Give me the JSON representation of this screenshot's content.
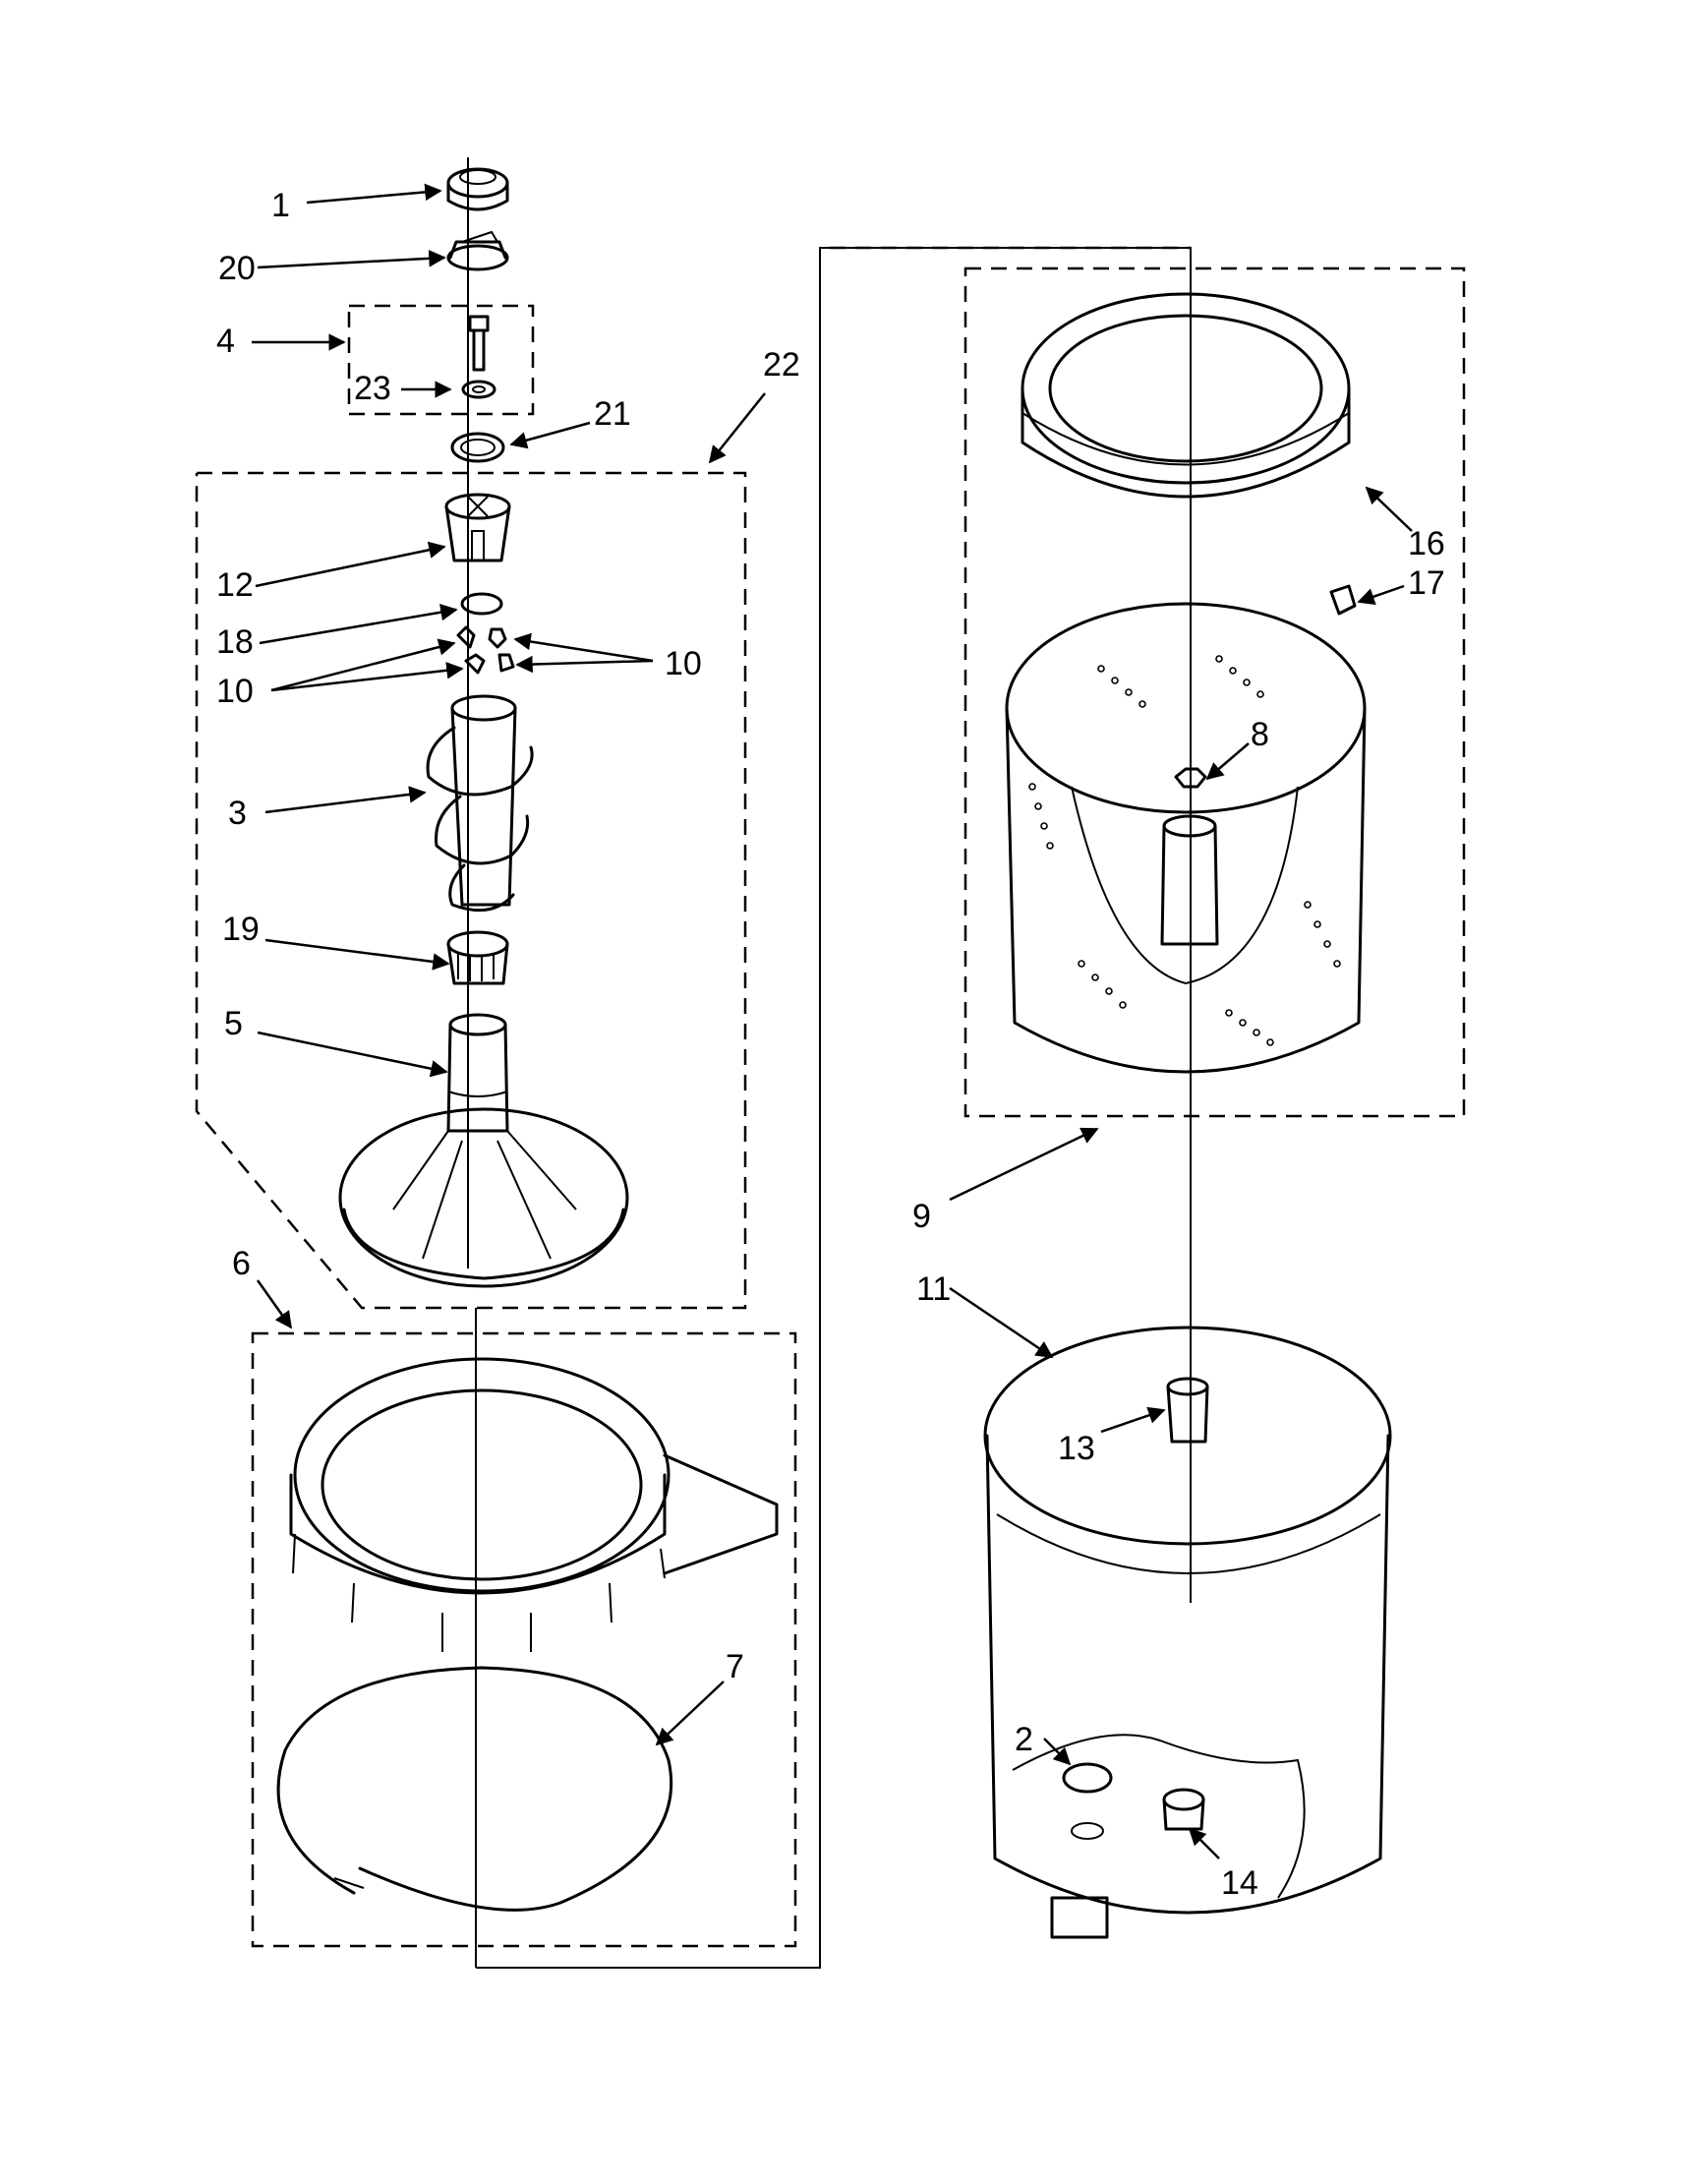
{
  "diagram": {
    "callouts": [
      "1",
      "20",
      "4",
      "23",
      "21",
      "22",
      "12",
      "18",
      "10",
      "10",
      "3",
      "19",
      "5",
      "6",
      "7",
      "16",
      "17",
      "8",
      "9",
      "11",
      "13",
      "2",
      "14"
    ]
  }
}
